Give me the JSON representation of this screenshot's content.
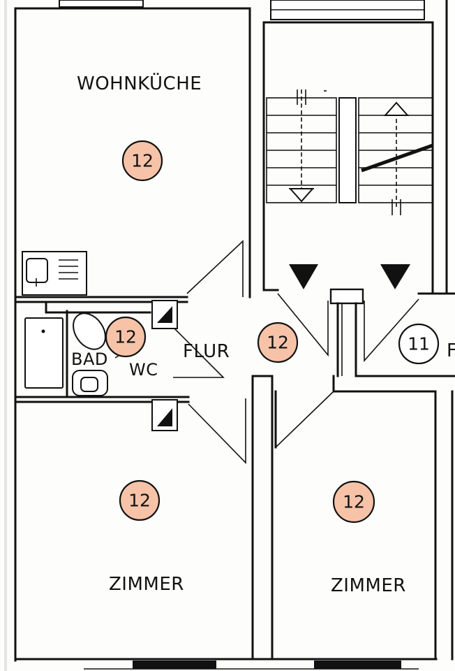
{
  "rooms": {
    "wohnkueche": "WOHNKÜCHE",
    "bad": "BAD",
    "wc": "WC",
    "flur": "FLUR",
    "zimmer_left": "ZIMMER",
    "zimmer_right": "ZIMMER",
    "cut_label": "F"
  },
  "tags": {
    "wohnkueche": "12",
    "bad": "12",
    "flur": "12",
    "zimmer_left": "12",
    "zimmer_right": "12",
    "neighbor": "11"
  },
  "colors": {
    "tag_fill": "#f7c3a8",
    "tag_fill_neighbor": "#ffffff",
    "ink": "#111111",
    "paper": "#fdfdfb"
  },
  "icons": [
    "kitchen-sink-icon",
    "stove-icon",
    "bathtub-icon",
    "toilet-icon",
    "washbasin-icon",
    "stair-arrow-icon"
  ]
}
